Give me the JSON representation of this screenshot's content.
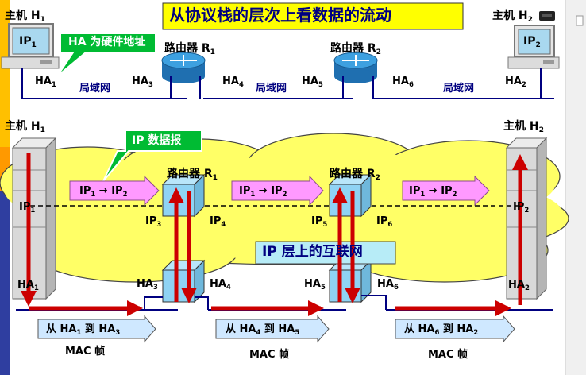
{
  "title": "从协议栈的层次上看数据的流动",
  "top": {
    "host1": {
      "name": "主机",
      "sub": "1"
    },
    "host2": {
      "name": "主机",
      "sub": "2"
    },
    "ip1": {
      "name": "IP",
      "sub": "1"
    },
    "ip2": {
      "name": "IP",
      "sub": "2"
    },
    "callout": "HA 为硬件地址",
    "router1": {
      "name": "路由器 R",
      "sub": "1"
    },
    "router2": {
      "name": "路由器 R",
      "sub": "2"
    },
    "ha1": {
      "name": "HA",
      "sub": "1"
    },
    "ha3": {
      "name": "HA",
      "sub": "3"
    },
    "ha4": {
      "name": "HA",
      "sub": "4"
    },
    "ha5": {
      "name": "HA",
      "sub": "5"
    },
    "ha6": {
      "name": "HA",
      "sub": "6"
    },
    "ha2": {
      "name": "HA",
      "sub": "2"
    },
    "lan": [
      "局域网",
      "局域网",
      "局域网"
    ]
  },
  "bottom": {
    "host1": {
      "name": "主机",
      "sub": "1"
    },
    "host2": {
      "name": "主机",
      "sub": "2"
    },
    "ip_datagram": "IP 数据报",
    "router1": {
      "name": "路由器 R",
      "sub": "1"
    },
    "router2": {
      "name": "路由器 R",
      "sub": "2"
    },
    "flows": [
      {
        "a": "IP",
        "a_sub": "1",
        "arrow": " → ",
        "b": "IP",
        "b_sub": "2"
      },
      {
        "a": "IP",
        "a_sub": "1",
        "arrow": " → ",
        "b": "IP",
        "b_sub": "2"
      },
      {
        "a": "IP",
        "a_sub": "1",
        "arrow": " → ",
        "b": "IP",
        "b_sub": "2"
      }
    ],
    "host1_ip": {
      "name": "IP",
      "sub": "1"
    },
    "host2_ip": {
      "name": "IP",
      "sub": "2"
    },
    "ip3": {
      "name": "IP",
      "sub": "3"
    },
    "ip4": {
      "name": "IP",
      "sub": "4"
    },
    "ip5": {
      "name": "IP",
      "sub": "5"
    },
    "ip6": {
      "name": "IP",
      "sub": "6"
    },
    "internet": "IP 层上的互联网",
    "ha1": {
      "name": "HA",
      "sub": "1"
    },
    "ha2": {
      "name": "HA",
      "sub": "2"
    },
    "ha3": {
      "name": "HA",
      "sub": "3"
    },
    "ha4": {
      "name": "HA",
      "sub": "4"
    },
    "ha5": {
      "name": "HA",
      "sub": "5"
    },
    "ha6": {
      "name": "HA",
      "sub": "6"
    },
    "frames": [
      {
        "pre": "从 ",
        "a": "HA",
        "a_sub": "1",
        "mid": " 到 ",
        "b": "HA",
        "b_sub": "3"
      },
      {
        "pre": "从 ",
        "a": "HA",
        "a_sub": "4",
        "mid": " 到 ",
        "b": "HA",
        "b_sub": "5"
      },
      {
        "pre": "从 ",
        "a": "HA",
        "a_sub": "6",
        "mid": " 到 ",
        "b": "HA",
        "b_sub": "2"
      }
    ],
    "mac": [
      "MAC 帧",
      "MAC 帧",
      "MAC 帧"
    ]
  },
  "colors": {
    "left_bar_top": "#ffc000",
    "left_bar_bottom": "#2f3ea0",
    "title_bg": "#ffff00",
    "cloud": "#ffff66",
    "flow_box": "#ff99ff",
    "frame_box": "#cfe8ff",
    "router_box": "#8fd3f4",
    "internet_box": "#b7ecf7",
    "arrow_red": "#cc0000",
    "line_navy": "#000080",
    "callout_green": "#00bb33"
  }
}
